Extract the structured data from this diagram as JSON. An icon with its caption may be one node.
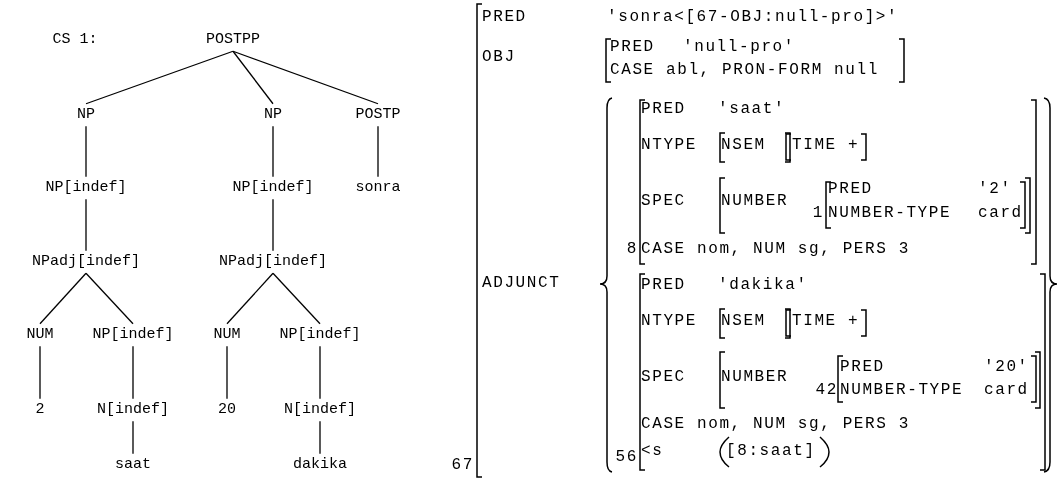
{
  "diagram": {
    "nodes": [
      {
        "text": [
          "POSTPP"
        ]
      },
      {
        "text": [
          "NP"
        ]
      },
      {
        "text": [
          "NP"
        ]
      },
      {
        "text": [
          "POSTP"
        ]
      },
      {
        "text": [
          "NP[indef]"
        ]
      },
      {
        "text": [
          "NP[indef]"
        ]
      },
      {
        "text": [
          "sonra"
        ]
      },
      {
        "text": [
          "NPadj[indef]"
        ]
      },
      {
        "text": [
          "NPadj[indef]"
        ]
      },
      {
        "text": [
          "NUM"
        ]
      },
      {
        "text": [
          "NP[indef]"
        ]
      },
      {
        "text": [
          "NUM"
        ]
      },
      {
        "text": [
          "NP[indef]"
        ]
      },
      {
        "text": [
          "2"
        ]
      },
      {
        "text": [
          "N[indef]"
        ]
      },
      {
        "text": [
          "20"
        ]
      },
      {
        "text": [
          "N[indef]"
        ]
      },
      {
        "text": [
          "saat"
        ]
      },
      {
        "text": [
          "dakika"
        ]
      }
    ],
    "edges": [
      {
        "from": 0,
        "to": 1,
        "arrow": "none"
      },
      {
        "from": 0,
        "to": 2,
        "arrow": "none"
      },
      {
        "from": 0,
        "to": 3,
        "arrow": "none"
      },
      {
        "from": 1,
        "to": 4,
        "arrow": "none"
      },
      {
        "from": 2,
        "to": 5,
        "arrow": "none"
      },
      {
        "from": 3,
        "to": 6,
        "arrow": "none"
      },
      {
        "from": 4,
        "to": 7,
        "arrow": "none"
      },
      {
        "from": 5,
        "to": 8,
        "arrow": "none"
      },
      {
        "from": 7,
        "to": 9,
        "arrow": "none"
      },
      {
        "from": 7,
        "to": 10,
        "arrow": "none"
      },
      {
        "from": 8,
        "to": 11,
        "arrow": "none"
      },
      {
        "from": 8,
        "to": 12,
        "arrow": "none"
      },
      {
        "from": 9,
        "to": 13,
        "arrow": "none"
      },
      {
        "from": 10,
        "to": 14,
        "arrow": "none"
      },
      {
        "from": 11,
        "to": 15,
        "arrow": "none"
      },
      {
        "from": 12,
        "to": 16,
        "arrow": "none"
      },
      {
        "from": 14,
        "to": 17,
        "arrow": "none"
      },
      {
        "from": 16,
        "to": 18,
        "arrow": "none"
      }
    ],
    "labels": [
      "CS 1:",
      "PRED",
      "'sonra<[67-OBJ:null-pro]>'",
      "OBJ",
      "PRED",
      "'null-pro'",
      "CASE abl, PRON-FORM null",
      "ADJUNCT",
      "PRED",
      "'saat'",
      "NTYPE",
      "NSEM",
      "TIME +",
      "SPEC",
      "NUMBER",
      "PRED",
      "'2'",
      "1",
      "NUMBER-TYPE",
      "card",
      "8",
      "CASE nom, NUM sg, PERS 3",
      "PRED",
      "'dakika'",
      "NTYPE",
      "NSEM",
      "TIME +",
      "SPEC",
      "NUMBER",
      "PRED",
      "'20'",
      "42",
      "NUMBER-TYPE",
      "card",
      "CASE nom, NUM sg, PERS 3",
      "56",
      "<s",
      "[8:saat]",
      "67"
    ]
  }
}
